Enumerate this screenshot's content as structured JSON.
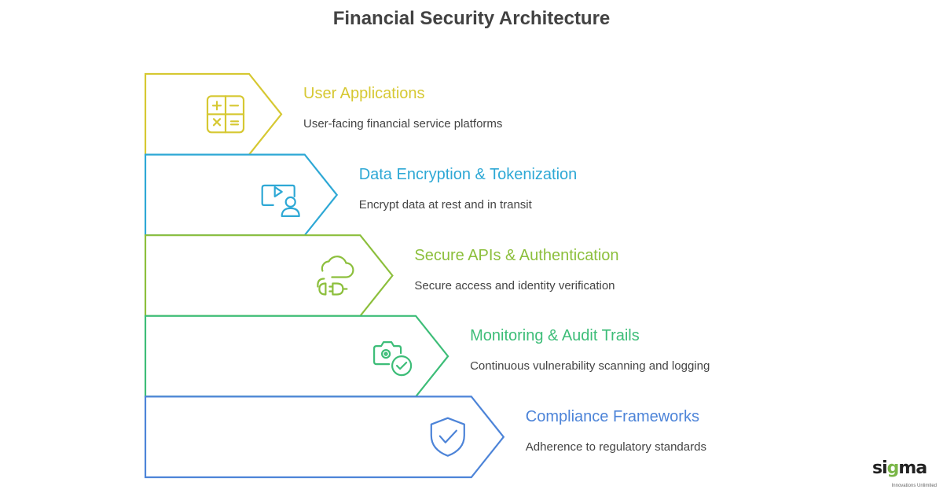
{
  "title": "Financial Security Architecture",
  "layers": [
    {
      "title": "User Applications",
      "description": "User-facing financial service platforms",
      "color": "#d6c832",
      "icon": "calculator-icon"
    },
    {
      "title": "Data Encryption & Tokenization",
      "description": "Encrypt data at rest and in transit",
      "color": "#2ea8d5",
      "icon": "video-user-icon"
    },
    {
      "title": "Secure APIs & Authentication",
      "description": "Secure access and identity verification",
      "color": "#8cbf3c",
      "icon": "cloud-plug-icon"
    },
    {
      "title": "Monitoring & Audit Trails",
      "description": "Continuous vulnerability scanning and logging",
      "color": "#3dbd78",
      "icon": "camera-check-icon"
    },
    {
      "title": "Compliance Frameworks",
      "description": "Adherence to regulatory standards",
      "color": "#4d84d8",
      "icon": "shield-check-icon"
    }
  ],
  "logo": {
    "text": "sigma",
    "tagline": "Innovations Unlimited"
  }
}
